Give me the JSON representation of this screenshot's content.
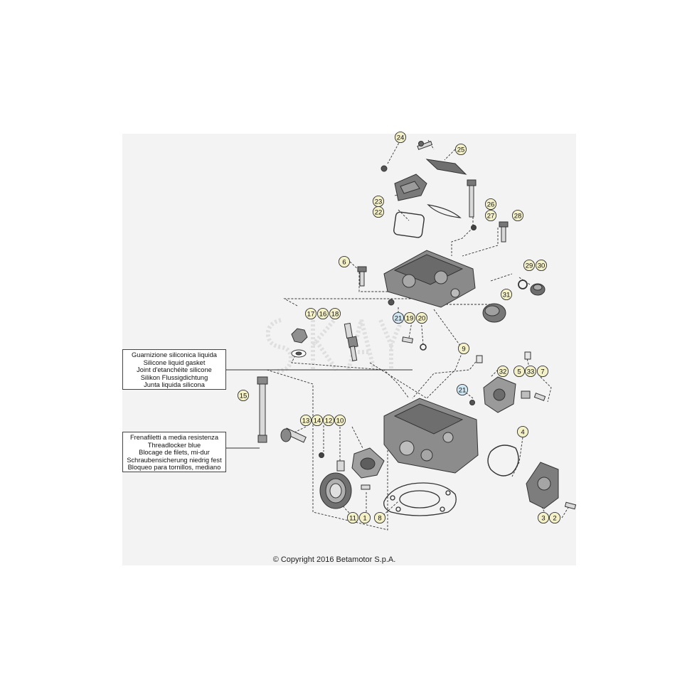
{
  "diagram": {
    "panel_color": "#f3f3f3",
    "line_color": "#333333",
    "part_fill": "#d9d9d9",
    "part_dark": "#555555"
  },
  "callouts": [
    {
      "id": "c24",
      "label": "24",
      "color": "#f4f1c8"
    },
    {
      "id": "c25",
      "label": "25",
      "color": "#f4f1c8"
    },
    {
      "id": "c23",
      "label": "23",
      "color": "#f4f1c8"
    },
    {
      "id": "c22",
      "label": "22",
      "color": "#f4f1c8"
    },
    {
      "id": "c26",
      "label": "26",
      "color": "#f4f1c8"
    },
    {
      "id": "c27",
      "label": "27",
      "color": "#f4f1c8"
    },
    {
      "id": "c28",
      "label": "28",
      "color": "#f4f1c8"
    },
    {
      "id": "c6",
      "label": "6",
      "color": "#f4f1c8"
    },
    {
      "id": "c29",
      "label": "29",
      "color": "#f4f1c8"
    },
    {
      "id": "c30",
      "label": "30",
      "color": "#f4f1c8"
    },
    {
      "id": "c31",
      "label": "31",
      "color": "#f4f1c8"
    },
    {
      "id": "c17",
      "label": "17",
      "color": "#f4f1c8"
    },
    {
      "id": "c16",
      "label": "16",
      "color": "#f4f1c8"
    },
    {
      "id": "c18",
      "label": "18",
      "color": "#f4f1c8"
    },
    {
      "id": "c21a",
      "label": "21",
      "color": "#cfe6f3"
    },
    {
      "id": "c19",
      "label": "19",
      "color": "#f4f1c8"
    },
    {
      "id": "c20",
      "label": "20",
      "color": "#f4f1c8"
    },
    {
      "id": "c9",
      "label": "9",
      "color": "#f4f1c8"
    },
    {
      "id": "c32",
      "label": "32",
      "color": "#f4f1c8"
    },
    {
      "id": "c5",
      "label": "5",
      "color": "#f4f1c8"
    },
    {
      "id": "c33",
      "label": "33",
      "color": "#f4f1c8"
    },
    {
      "id": "c7",
      "label": "7",
      "color": "#f4f1c8"
    },
    {
      "id": "c21b",
      "label": "21",
      "color": "#cfe6f3"
    },
    {
      "id": "c15",
      "label": "15",
      "color": "#f4f1c8"
    },
    {
      "id": "c13",
      "label": "13",
      "color": "#f4f1c8"
    },
    {
      "id": "c14",
      "label": "14",
      "color": "#f4f1c8"
    },
    {
      "id": "c12",
      "label": "12",
      "color": "#f4f1c8"
    },
    {
      "id": "c10",
      "label": "10",
      "color": "#f4f1c8"
    },
    {
      "id": "c4",
      "label": "4",
      "color": "#f4f1c8"
    },
    {
      "id": "c11",
      "label": "11",
      "color": "#f4f1c8"
    },
    {
      "id": "c1",
      "label": "1",
      "color": "#f4f1c8"
    },
    {
      "id": "c8",
      "label": "8",
      "color": "#f4f1c8"
    },
    {
      "id": "c3",
      "label": "3",
      "color": "#f4f1c8"
    },
    {
      "id": "c2",
      "label": "2",
      "color": "#f4f1c8"
    }
  ],
  "notes": {
    "gasket": [
      "Guarnizione siliconica liquida",
      "Silicone liquid gasket",
      "Joint d'etanchéite silicone",
      "Silikon Flussigdichtung",
      "Junta liquida silicona"
    ],
    "threadlocker": [
      "Frenafiletti a media resistenza",
      "Threadlocker blue",
      "Blocage de filets, mi-dur",
      "Schraubensicherung niedrig fest",
      "Bloqueo para tornillos, mediano"
    ]
  },
  "copyright": "© Copyright 2016 Betamotor S.p.A."
}
